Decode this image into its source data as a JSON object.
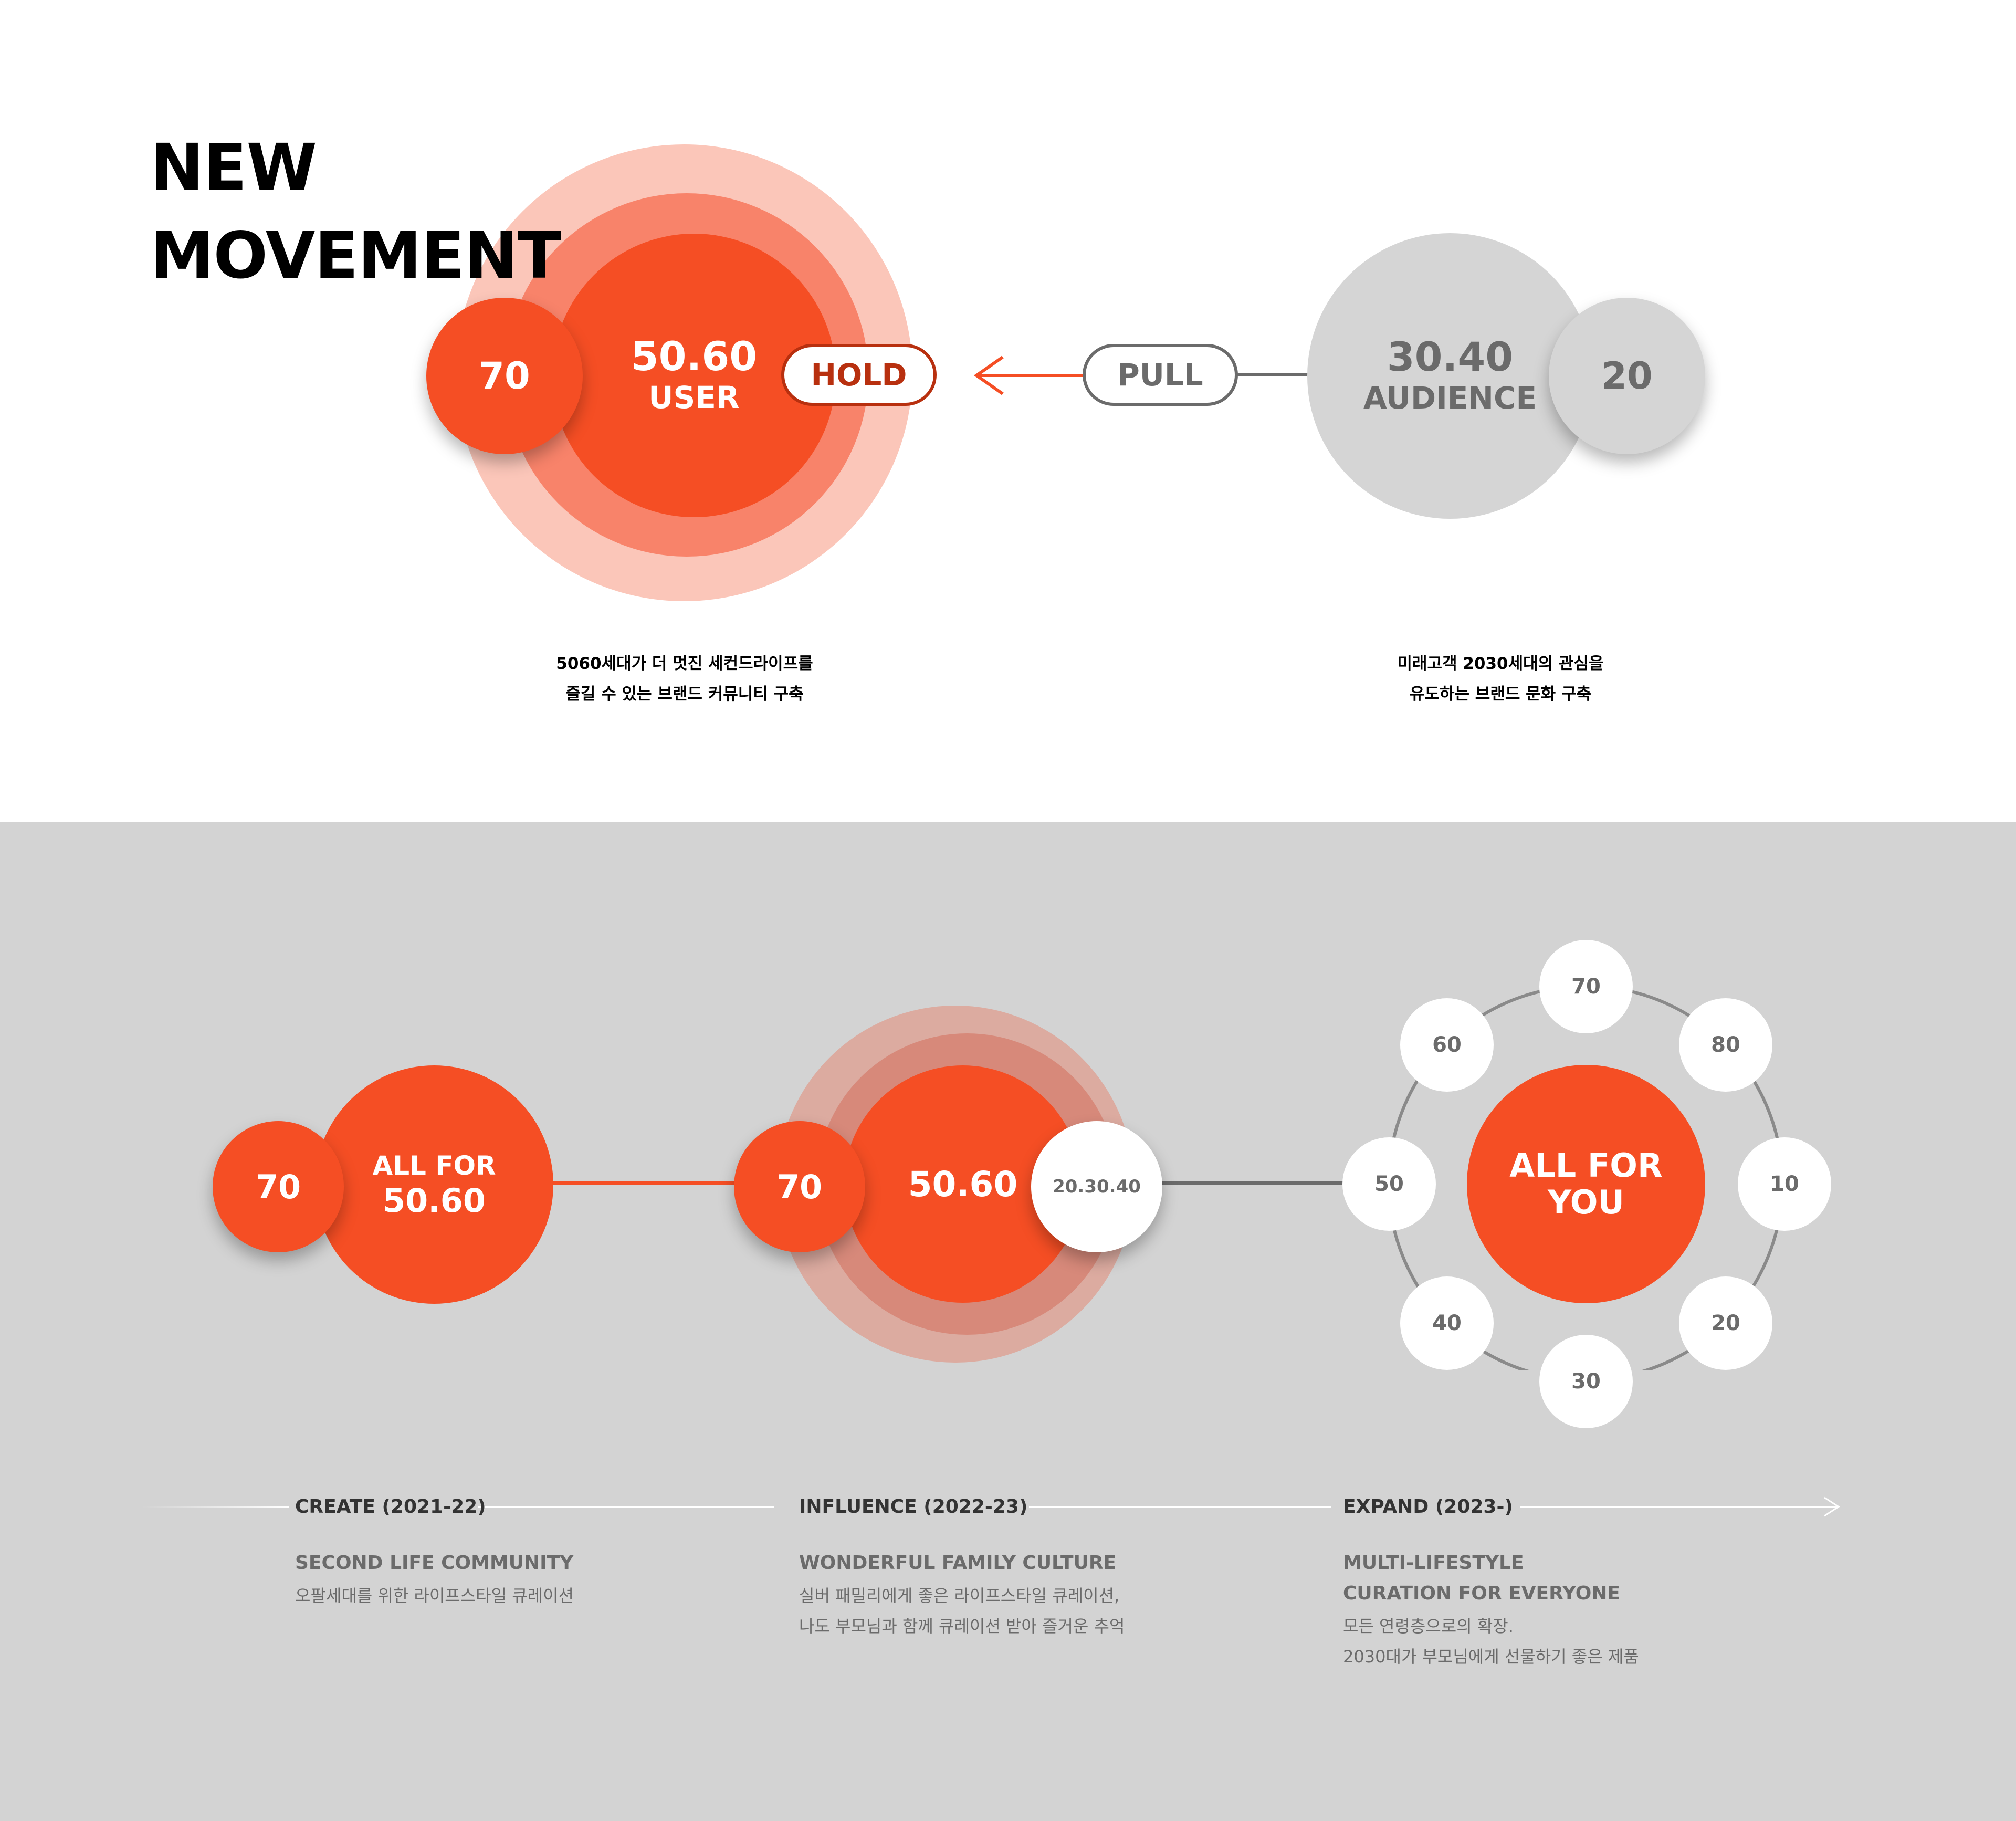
{
  "heading": {
    "line1": "NEW",
    "line2": "MOVEMENT"
  },
  "top": {
    "left_cluster": {
      "small_value": "70",
      "main_value": "50.60",
      "main_label": "USER"
    },
    "hold_label": "HOLD",
    "pull_label": "PULL",
    "right_cluster": {
      "main_value": "30.40",
      "main_label": "AUDIENCE",
      "small_value": "20"
    },
    "left_caption": {
      "line1": "5060세대가 더 멋진 세컨드라이프를",
      "line2": "즐길 수 있는 브랜드 커뮤니티 구축"
    },
    "right_caption": {
      "line1": "미래고객 2030세대의 관심을",
      "line2": "유도하는 브랜드 문화 구축"
    }
  },
  "bottom": {
    "create_cluster": {
      "small_value": "70",
      "main_line1": "ALL FOR",
      "main_line2": "50.60"
    },
    "influence_cluster": {
      "small_value": "70",
      "main_value": "50.60",
      "white_value": "20.30.40"
    },
    "expand_cluster": {
      "center_line1": "ALL FOR",
      "center_line2": "YOU",
      "ring_values": [
        "70",
        "80",
        "10",
        "20",
        "30",
        "40",
        "50",
        "60"
      ]
    },
    "phases": [
      {
        "title": "CREATE (2021-22)",
        "subtitle_lines": [
          "SECOND LIFE COMMUNITY"
        ],
        "desc_lines": [
          "오팔세대를 위한 라이프스타일 큐레이션"
        ]
      },
      {
        "title": "INFLUENCE (2022-23)",
        "subtitle_lines": [
          "WONDERFUL FAMILY CULTURE"
        ],
        "desc_lines": [
          "실버 패밀리에게 좋은 라이프스타일 큐레이션,",
          "나도 부모님과 함께 큐레이션 받아 즐거운 추억"
        ]
      },
      {
        "title": "EXPAND (2023-)",
        "subtitle_lines": [
          "MULTI-LIFESTYLE",
          "CURATION FOR EVERYONE"
        ],
        "desc_lines": [
          "모든 연령층으로의 확장.",
          "2030대가 부모님에게 선물하기 좋은 제품"
        ]
      }
    ]
  },
  "colors": {
    "orange": "#f54e24",
    "orange_mid": "#f8836a",
    "orange_light": "#fbc6b9",
    "hold_border": "#b8300f",
    "gray_circle": "#d5d5d5",
    "gray_text": "#6b6b6b",
    "panel_bg": "#d3d3d3"
  }
}
